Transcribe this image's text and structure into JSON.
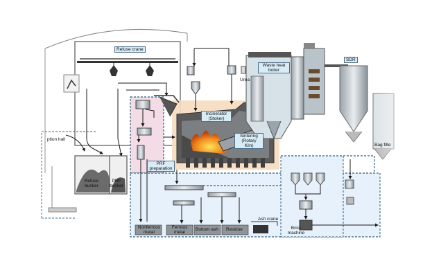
{
  "labels": {
    "refuse_crane": "Refuse crane",
    "urea": "Urea",
    "waste_heat_boiler": "Waste heat boiler",
    "sdr": "SDR",
    "incinerator": "Incinerator (Stoker)",
    "sintering": "Sintering (Rotary Kiln)",
    "reception_hall": "ption hall",
    "refuse_bunker": "Refuse bunker",
    "prf_bunker": "PRF bunker",
    "prf_preparation": "PRF preparation",
    "bag_filter": "Bag filte",
    "nonferrous_metal": "Nonferrous metal",
    "ferrous_metal": "Ferrous metal",
    "bottom_ash": "Bottom ash",
    "residue": "Residue",
    "ash_crane": "Ash crane",
    "brick_machine": "Brick machine"
  },
  "colors": {
    "line": "#1a1a1a",
    "dashed_border": "#2f5f7f",
    "incinerator_zone": "#f6dcc0",
    "prf_zone": "#f3dce6",
    "ash_zone": "#e6f1fb",
    "label_box": "#d8ecf8",
    "fire": "#f08a1c"
  }
}
